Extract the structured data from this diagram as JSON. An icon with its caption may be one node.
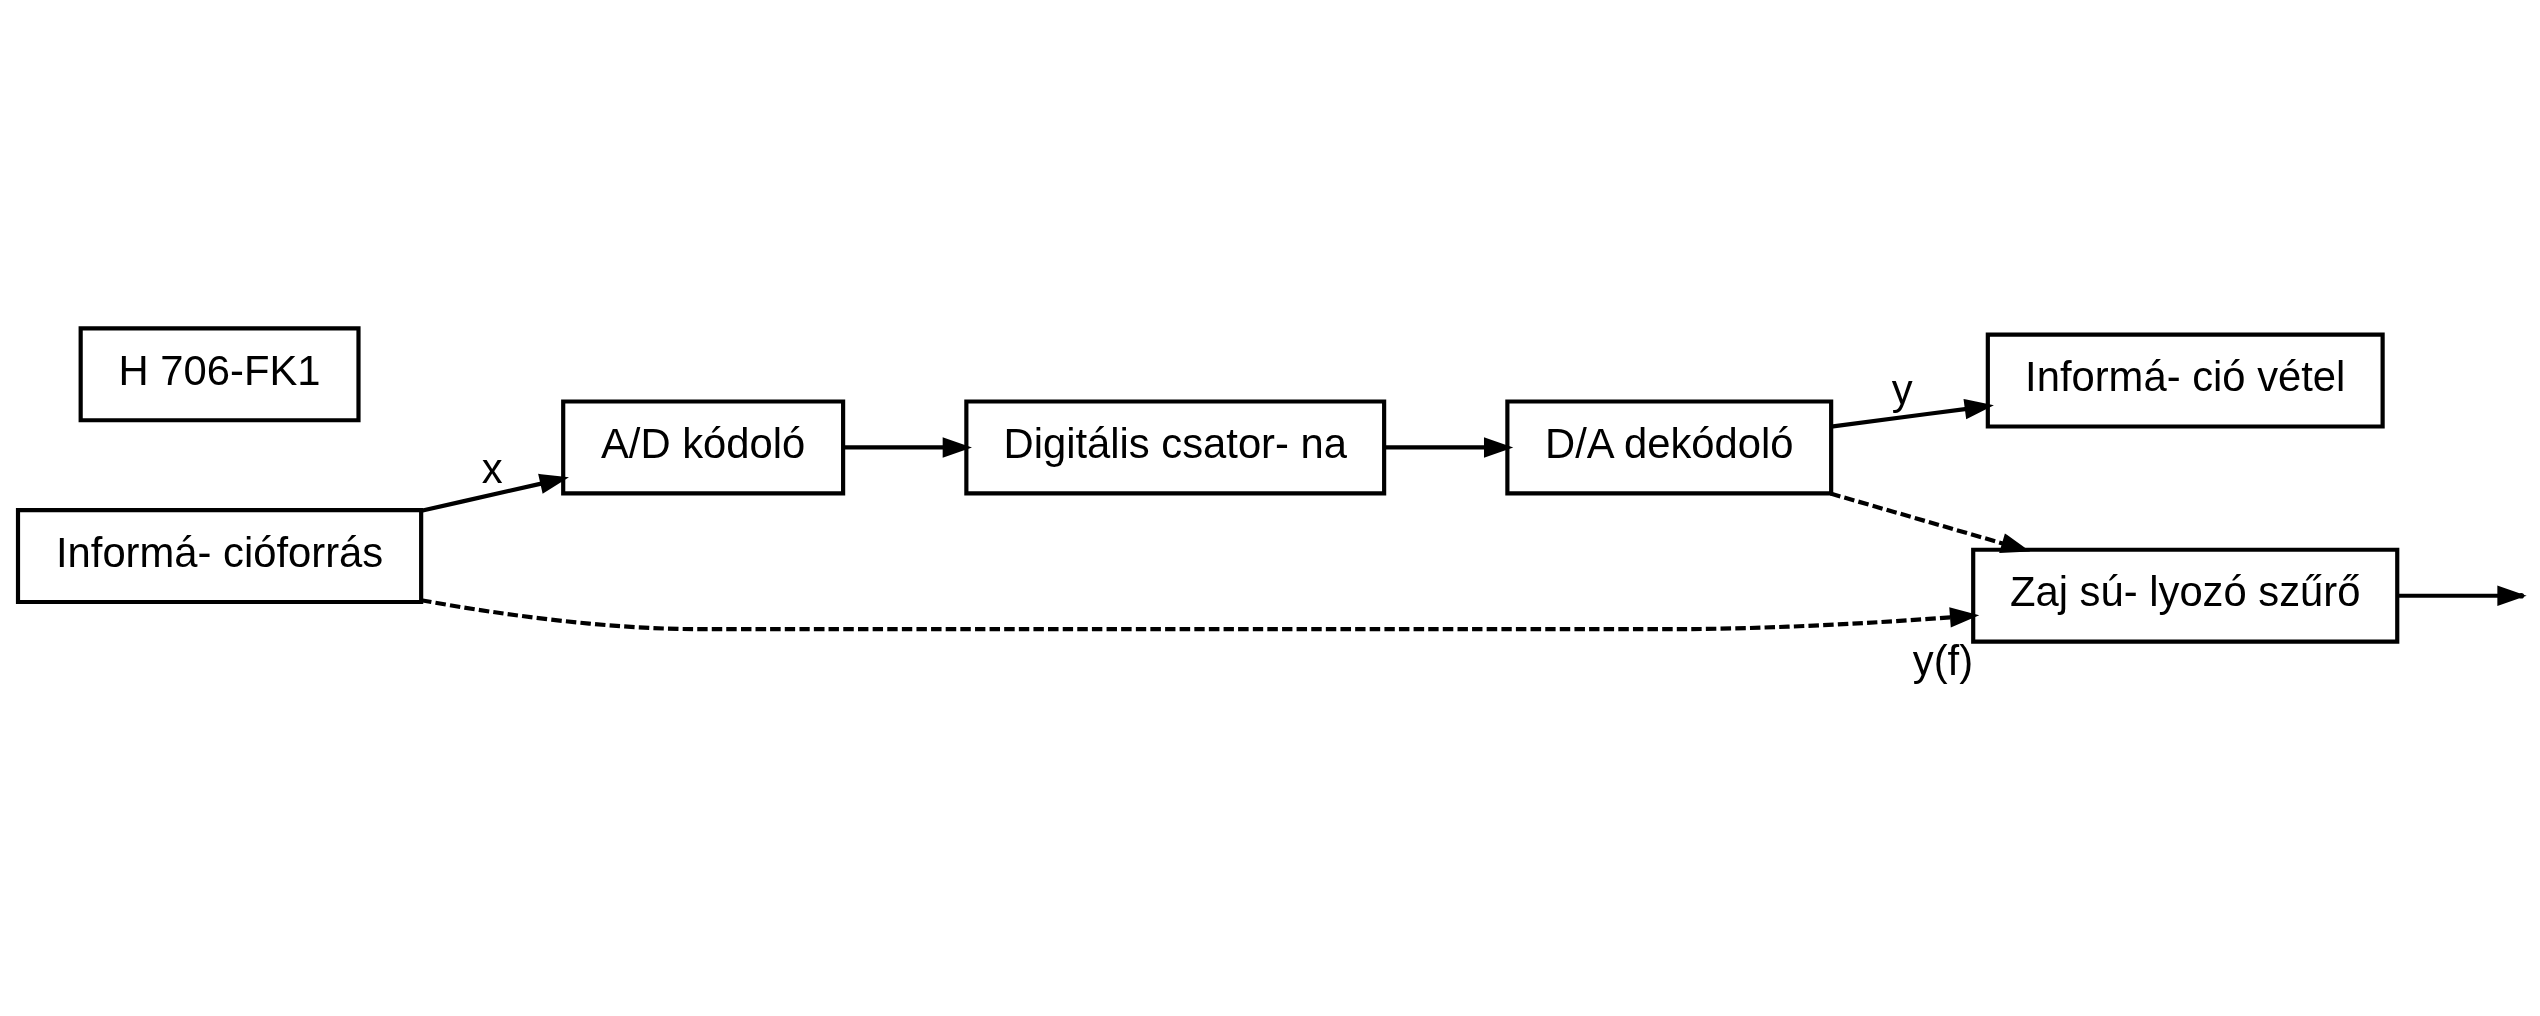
{
  "diagram": {
    "nodes": [
      {
        "text": [
          "Informá- cióforrás"
        ]
      },
      {
        "text": [
          "A/D kódoló"
        ]
      },
      {
        "text": [
          "Digitális csator- na"
        ]
      },
      {
        "text": [
          "D/A dekódoló"
        ]
      },
      {
        "text": [
          "Informá- ció vétel"
        ]
      },
      {
        "text": [
          "Zaj sú- lyozó szűrő"
        ],
        "beside": [
          "y(f)"
        ]
      },
      {
        "text": [
          "H 706-FK1"
        ]
      }
    ],
    "edges": [
      {
        "from": 0,
        "to": 1,
        "arrow": "to",
        "label": "x"
      },
      {
        "from": 1,
        "to": 2,
        "arrow": "to"
      },
      {
        "from": 2,
        "to": 3,
        "arrow": "to"
      },
      {
        "from": 3,
        "to": 4,
        "arrow": "to",
        "label": "y"
      },
      {
        "from": 3,
        "to": 5,
        "arrow": "to",
        "style": "dashed"
      },
      {
        "from": 0,
        "to": 5,
        "arrow": "to",
        "style": "dashed"
      },
      {
        "from": 5,
        "to": null,
        "arrow": "to"
      }
    ]
  }
}
